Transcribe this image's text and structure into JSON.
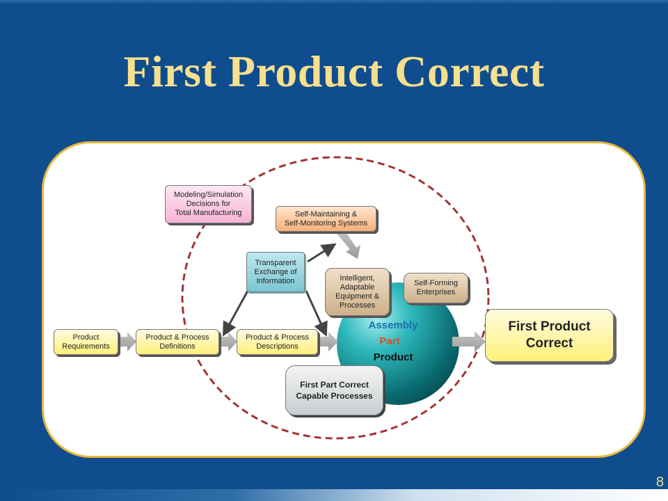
{
  "slide": {
    "title": "First Product Correct",
    "page_number": "8"
  },
  "diagram": {
    "product_requirements": "Product\nRequirements",
    "product_process_definitions": "Product & Process\nDefinitions",
    "product_process_descriptions": "Product & Process\nDescriptions",
    "modeling_simulation": "Modeling/Simulation\nDecisions for\nTotal Manufacturing",
    "self_maintaining": "Self-Maintaining &\nSelf-Monitoring Systems",
    "transparent_exchange": "Transparent\nExchange of\nInformation",
    "intelligent_equipment": "Intelligent,\nAdaptable\nEquipment &\nProcesses",
    "self_forming": "Self-Forming\nEnterprises",
    "first_part_correct": "First Part Correct\nCapable Processes",
    "sphere": {
      "assembly": "Assembly",
      "part": "Part",
      "product": "Product"
    },
    "outcome": "First Product\nCorrect"
  },
  "colors": {
    "background": "#0f4d8e",
    "title": "#f6df8e",
    "panel_border": "#e8b83a",
    "dashed_circle": "#a33333",
    "sphere": "#1aa5a8",
    "assembly_text": "#1a6fb0",
    "part_text": "#e24a1a",
    "product_text": "#111111"
  }
}
